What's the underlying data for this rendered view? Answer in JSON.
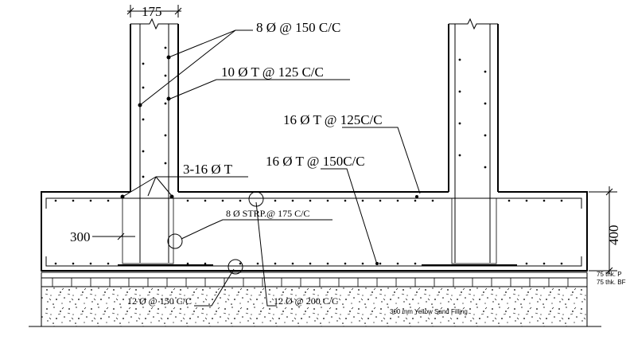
{
  "drawing": {
    "labels": {
      "column_width_dim": "175",
      "tie_bars": "8 Ø   @ 150 C/C",
      "column_main_bars": "10 Ø  T @ 125 C/C",
      "beam_top_bars_1": "16 Ø T @ 125C/C",
      "beam_top_bars_2": "16 Ø T @ 150C/C",
      "corner_bars": "3-16 Ø T",
      "stirrups": "8 Ø  STRP.@ 175 C/C",
      "dim_300": "300",
      "dim_400": "400",
      "bottom_bars_1": "12 Ø @ 150 C/C",
      "bottom_bars_2": "12 Ø @ 200 C/C",
      "sand_filling": "300 mm Yellow Sand Filling",
      "layer_note_1": "75 thk. P",
      "layer_note_2": "75 thk. BF"
    }
  }
}
